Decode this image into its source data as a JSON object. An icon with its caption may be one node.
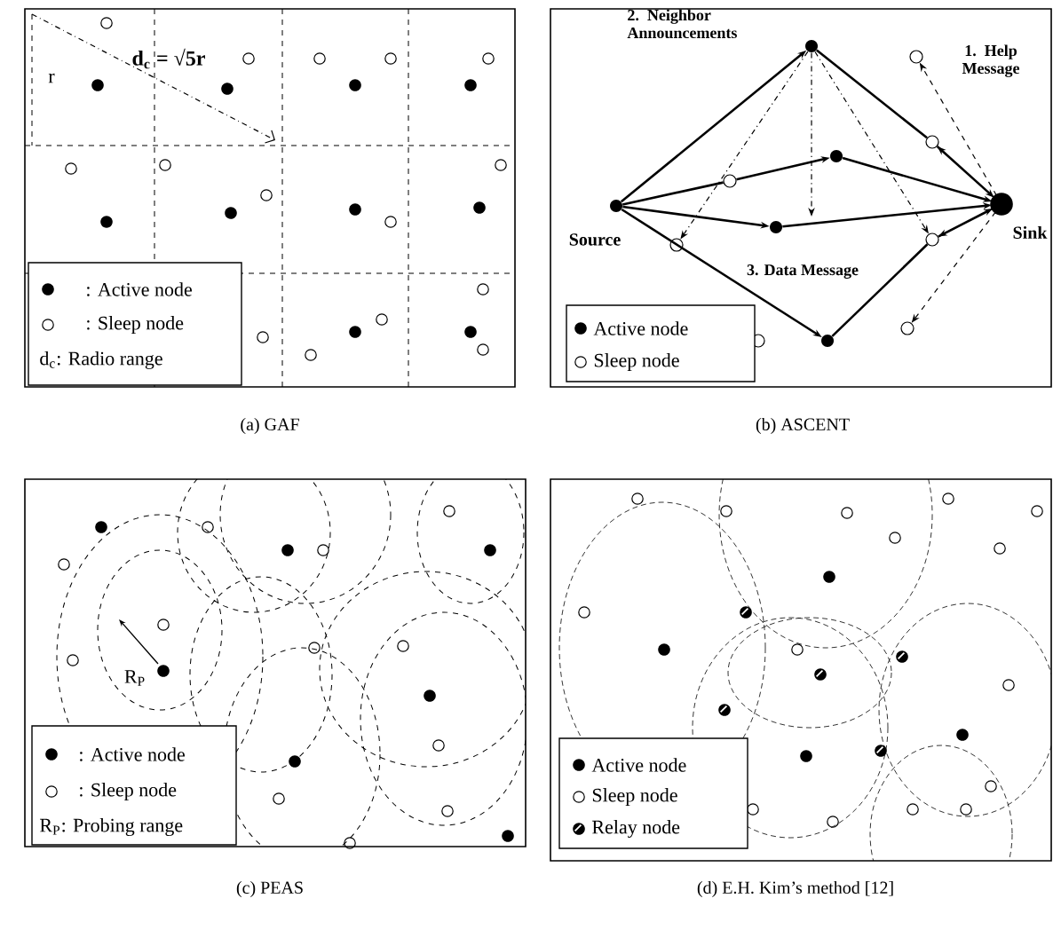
{
  "diagram": {
    "nodes": [
      {
        "text": [],
        "shape": "dot",
        "beside": [
          "Source"
        ]
      },
      {
        "text": [],
        "shape": "circle"
      },
      {
        "text": [],
        "shape": "circle"
      },
      {
        "text": [],
        "shape": "circle"
      },
      {
        "text": [],
        "shape": "dot"
      },
      {
        "text": [],
        "shape": "dot"
      },
      {
        "text": [],
        "shape": "dot"
      },
      {
        "text": [],
        "shape": "dot"
      },
      {
        "text": [],
        "shape": "circle"
      },
      {
        "text": [],
        "shape": "circle"
      },
      {
        "text": [],
        "shape": "circle"
      },
      {
        "text": [],
        "shape": "circle"
      },
      {
        "text": [],
        "shape": "bullseye",
        "beside": [
          "Sink"
        ]
      }
    ],
    "edges": [
      {
        "from": 0,
        "to": 5,
        "arrow": "to"
      },
      {
        "from": 0,
        "to": 2,
        "arrow": "none"
      },
      {
        "from": 2,
        "to": 7,
        "arrow": "to"
      },
      {
        "from": 0,
        "to": 4,
        "arrow": "to"
      },
      {
        "from": 0,
        "to": 6,
        "arrow": "to"
      },
      {
        "from": 5,
        "to": 10,
        "arrow": "none"
      },
      {
        "from": 10,
        "to": 12,
        "arrow": "to"
      },
      {
        "from": 7,
        "to": 12,
        "arrow": "to"
      },
      {
        "from": 4,
        "to": 12,
        "arrow": "to"
      },
      {
        "from": 6,
        "to": 11,
        "arrow": "none"
      },
      {
        "from": 11,
        "to": 12,
        "arrow": "to"
      },
      {
        "from": 12,
        "to": 9,
        "arrow": "to",
        "style": "dashed"
      },
      {
        "from": 12,
        "to": 10,
        "arrow": "to",
        "style": "dashed"
      },
      {
        "from": 12,
        "to": 11,
        "arrow": "to",
        "style": "dashed"
      },
      {
        "from": 12,
        "to": 8,
        "arrow": "to",
        "style": "dashed"
      },
      {
        "from": 5,
        "to": 1,
        "arrow": "to",
        "style": "dashed"
      },
      {
        "from": 5,
        "to": null,
        "arrow": "to",
        "style": "dashed"
      },
      {
        "from": 5,
        "to": 11,
        "arrow": "to",
        "style": "dashed"
      }
    ],
    "labels": [
      "d$_{c}$ = √5r",
      "r",
      "2. Neighbor Announcements",
      "1. Help Message",
      "3. Data Message",
      "(a) GAF",
      "(b) ASCENT",
      "R$_{P}$",
      "(c) PEAS",
      "(d) E.H. Kim’s method [12]"
    ],
    "legend": [
      {
        "text": ": Active node"
      },
      {
        "text": ": Sleep node"
      },
      {
        "text": "d$_{c}$: Radio range"
      },
      {
        "text": "Active node"
      },
      {
        "text": "Sleep node"
      },
      {
        "text": ": Active node"
      },
      {
        "text": ": Sleep node"
      },
      {
        "text": "R$_{P}$: Probing range"
      },
      {
        "text": "Active node"
      },
      {
        "text": "Sleep node"
      },
      {
        "text": "Relay node"
      }
    ]
  }
}
